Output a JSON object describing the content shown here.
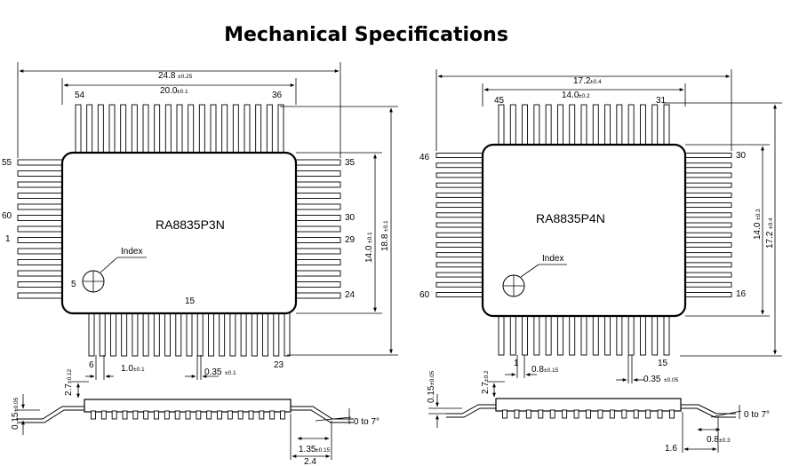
{
  "title": "Mechanical Specifications",
  "left": {
    "name": "RA8835P3N",
    "pin_top_left": "54",
    "pin_top_right": "36",
    "pin_right_top": "35",
    "pin_right_mid": "30",
    "pin_right_mid2": "29",
    "pin_right_bottom": "24",
    "pin_left_top": "55",
    "pin_left_mid": "60",
    "pin_left_mid2": "1",
    "pin_left_bottom": "5",
    "pin_bottom_left": "6",
    "pin_bottom_mid": "15",
    "pin_bottom_right": "23",
    "index_label": "Index",
    "dim_overall_w": "24.8",
    "dim_overall_w_tol": "±0.25",
    "dim_body_w": "20.0",
    "dim_body_w_tol": "±0.1",
    "dim_body_h": "14.0",
    "dim_body_h_tol": "±0.1",
    "dim_overall_h": "18.8",
    "dim_overall_h_tol": "±0.1",
    "dim_pitch": "1.0",
    "dim_pitch_tol": "±0.1",
    "dim_lead_w": "0.35",
    "dim_lead_w_tol": "±0.1",
    "dim_height": "2.7",
    "dim_height_tol": "±0.12",
    "dim_standoff": "0.15",
    "dim_standoff_tol": "±0.05",
    "dim_angle": "0 to 7°",
    "dim_foot": "1.35",
    "dim_foot_tol": "±0.15",
    "dim_lead_len": "2.4"
  },
  "right": {
    "name": "RA8835P4N",
    "pin_top_left": "45",
    "pin_top_right": "31",
    "pin_right_top": "30",
    "pin_right_bottom": "16",
    "pin_left_top": "46",
    "pin_left_bottom": "60",
    "pin_bottom_right": "15",
    "pin_bottom_left": "1",
    "index_label": "Index",
    "dim_overall_w": "17.2",
    "dim_overall_w_tol": "±0.4",
    "dim_body_w": "14.0",
    "dim_body_w_tol": "±0.2",
    "dim_body_h": "14.0",
    "dim_body_h_tol": "±0.3",
    "dim_overall_h": "17.2",
    "dim_overall_h_tol": "±0.4",
    "dim_pitch": "0.8",
    "dim_pitch_tol": "±0.15",
    "dim_lead_w": "0.35",
    "dim_lead_w_tol": "±0.05",
    "dim_height": "2.7",
    "dim_height_tol": "±0.2",
    "dim_standoff": "0.15",
    "dim_standoff_tol": "±0.05",
    "dim_angle": "0 to 7°",
    "dim_foot": "0.8",
    "dim_foot_tol": "±0.3",
    "dim_lead_len": "1.6"
  }
}
